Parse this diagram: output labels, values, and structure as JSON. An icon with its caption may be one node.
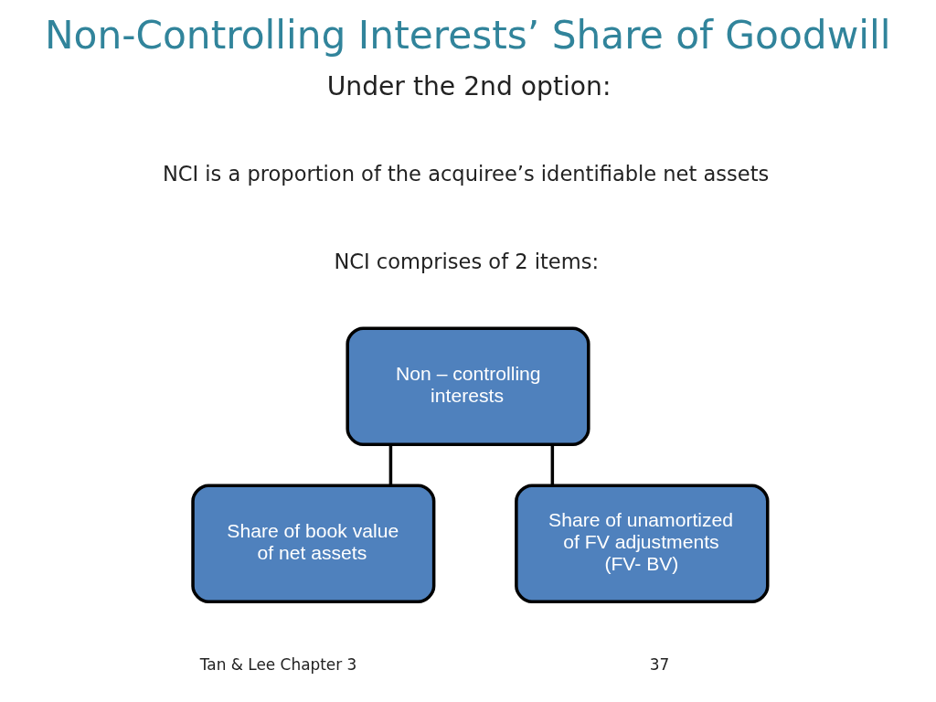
{
  "diagram": {
    "title": "Non-Controlling Interests’ Share of Goodwill",
    "nodes": [
      {
        "text": [
          "Non – controlling interests"
        ]
      },
      {
        "text": [
          "Share of book value of net assets"
        ]
      },
      {
        "text": [
          "Share of unamortized of FV adjustments (FV- BV)"
        ]
      }
    ],
    "edges": [
      {
        "from": 0,
        "to": 1,
        "arrow": "none"
      },
      {
        "from": 0,
        "to": 2,
        "arrow": "none"
      }
    ],
    "labels": [
      "Under the 2nd option:",
      "NCI is a proportion of the acquiree’s identifiable net assets",
      "NCI comprises of 2 items:",
      "Tan & Lee Chapter 3",
      "37"
    ]
  }
}
